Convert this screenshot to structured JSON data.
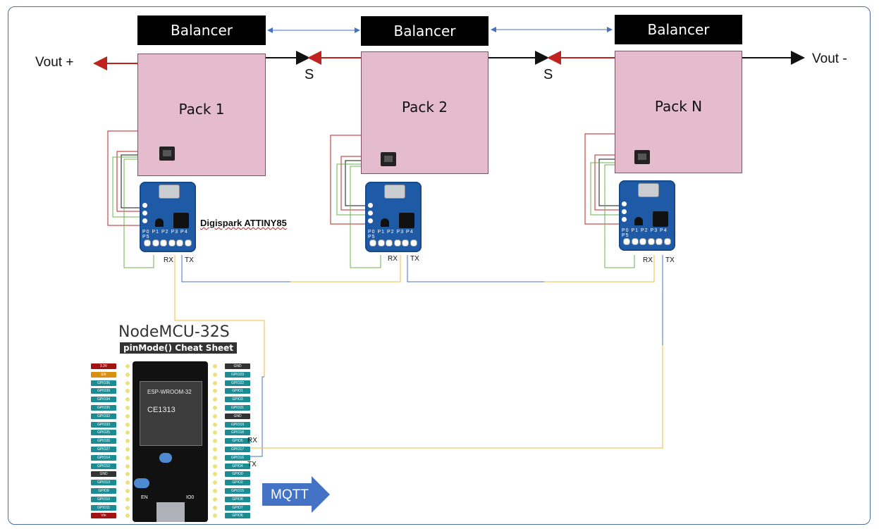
{
  "balancers": [
    "Balancer",
    "Balancer",
    "Balancer"
  ],
  "packs": [
    "Pack 1",
    "Pack 2",
    "Pack N"
  ],
  "vout_pos": "Vout +",
  "vout_neg": "Vout -",
  "series_label": "S",
  "digispark_label": "Digispark ATTINY85",
  "board_pins": "P0 P1 P2 P3 P4 P5",
  "rx": "RX",
  "tx": "TX",
  "nodemcu_title": "NodeMCU-32S",
  "nodemcu_subtitle": "pinMode() Cheat Sheet",
  "module_label": "ESP-WROOM-32",
  "ce_mark": "CE1313",
  "left_pins": [
    "3.3V",
    "EN",
    "GPIO36",
    "GPIO39",
    "GPIO34",
    "GPIO35",
    "GPIO32",
    "GPIO33",
    "GPIO25",
    "GPIO26",
    "GPIO27",
    "GPIO14",
    "GPIO12",
    "GND",
    "GPIO13",
    "GPIO9",
    "GPIO10",
    "GPIO11",
    "Vin"
  ],
  "right_pins": [
    "GND",
    "GPIO23",
    "GPIO22",
    "GPIO1",
    "GPIO3",
    "GPIO21",
    "GND",
    "GPIO19",
    "GPIO18",
    "GPIO5",
    "GPIO17",
    "GPIO16",
    "GPIO4",
    "GPIO0",
    "GPIO2",
    "GPIO15",
    "GPIO8",
    "GPIO7",
    "GPIO6"
  ],
  "esp_rx": "RX",
  "esp_tx": "TX",
  "esp_en": "EN",
  "esp_io0": "IO0",
  "mqtt": "MQTT",
  "colors": {
    "frame": "#4d6f9c",
    "pack": "#e4bccd",
    "red_wire": "#c0221f",
    "blue_wire": "#4472c4",
    "yellow_wire": "#f2bd3a",
    "green_wire": "#6ab04c",
    "board": "#1e5aa6",
    "mqtt": "#4472c4"
  }
}
